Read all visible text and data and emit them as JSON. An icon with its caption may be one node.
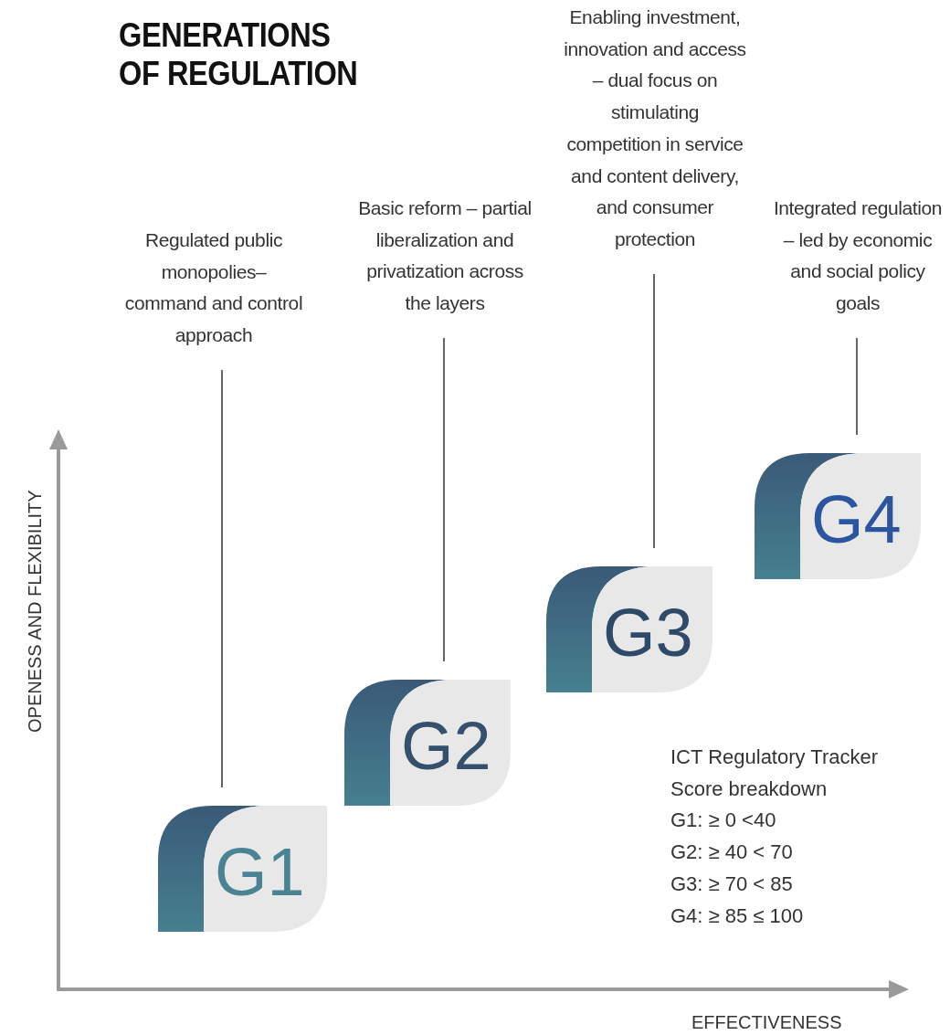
{
  "diagram": {
    "title": "GENERATIONS OF REGULATION",
    "nodes": [
      {
        "text": [
          "Regulated public monopolies– command and control approach"
        ]
      },
      {
        "text": [
          "Basic reform – partial liberalization and privatization across the layers"
        ]
      },
      {
        "text": [
          "Enabling investment, innovation and access – dual focus on stimulating competition in service and content delivery, and consumer protection"
        ]
      },
      {
        "text": [
          "Integrated regulation – led by economic and social policy goals"
        ]
      },
      {
        "text": [
          "G1"
        ]
      },
      {
        "text": [
          "G2"
        ]
      },
      {
        "text": [
          "G3"
        ]
      },
      {
        "text": [
          "G4"
        ]
      }
    ],
    "edges": [
      {
        "from": 0,
        "to": 4,
        "arrow": "none"
      },
      {
        "from": 1,
        "to": 5,
        "arrow": "none"
      },
      {
        "from": 2,
        "to": 6,
        "arrow": "none"
      },
      {
        "from": 3,
        "to": 7,
        "arrow": "none"
      }
    ],
    "labels": [
      "OPENESS AND FLEXIBILITY",
      "EFFECTIVENESS",
      "ICT Regulatory Tracker Score breakdown",
      "G1: ≥ 0 <40",
      "G2: ≥ 40 < 70",
      "G3: ≥ 70 < 85",
      "G4: ≥ 85 ≤ 100"
    ]
  }
}
